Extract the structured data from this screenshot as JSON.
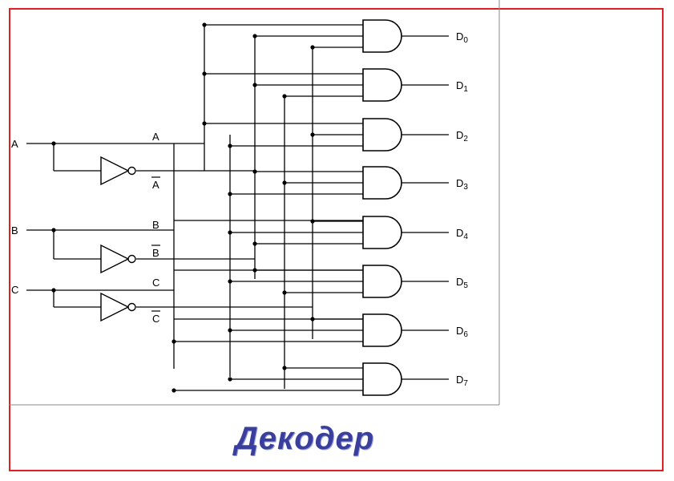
{
  "caption": "Декодер",
  "inputs": {
    "a": "A",
    "b": "B",
    "c": "C"
  },
  "rails": {
    "a": "A",
    "a_bar": "A",
    "b": "B",
    "b_bar": "B",
    "c": "C",
    "c_bar": "C"
  },
  "outputs": [
    {
      "label": "D",
      "index": "0"
    },
    {
      "label": "D",
      "index": "1"
    },
    {
      "label": "D",
      "index": "2"
    },
    {
      "label": "D",
      "index": "3"
    },
    {
      "label": "D",
      "index": "4"
    },
    {
      "label": "D",
      "index": "5"
    },
    {
      "label": "D",
      "index": "6"
    },
    {
      "label": "D",
      "index": "7"
    }
  ],
  "colors": {
    "frame": "#e02020",
    "caption": "#3a3f9e",
    "wire": "#000000"
  }
}
